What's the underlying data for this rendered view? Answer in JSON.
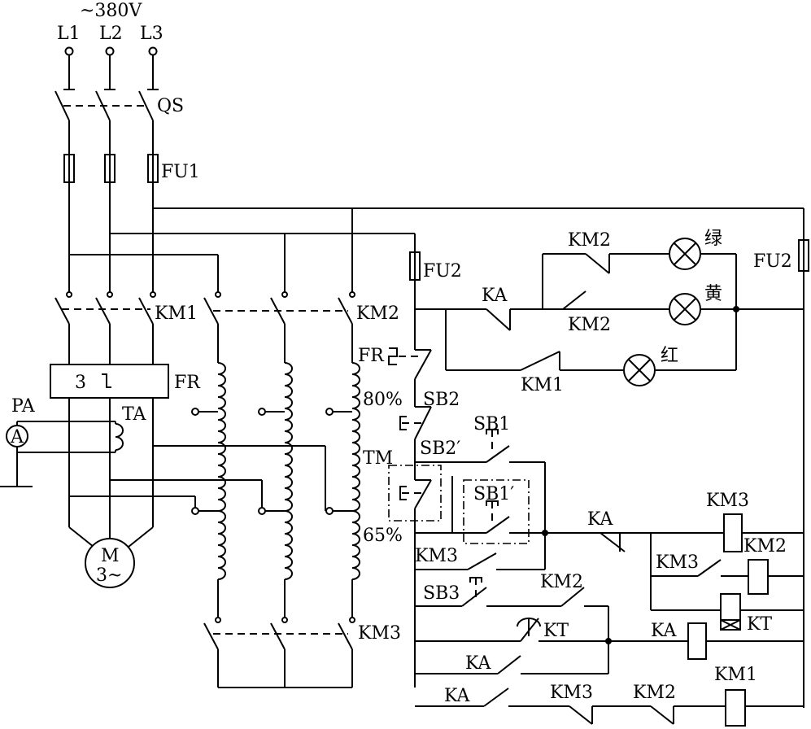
{
  "supply": {
    "voltage": "~380V",
    "phases": [
      "L1",
      "L2",
      "L3"
    ]
  },
  "labels": {
    "qs": "QS",
    "fu1": "FU1",
    "km1_main": "KM1",
    "km2_main": "KM2",
    "km3_main": "KM3",
    "fr_block_num": "3",
    "fr_main": "FR",
    "pa": "PA",
    "ammeter": "A",
    "ta": "TA",
    "motor_m": "M",
    "motor_phase": "3~",
    "tap_80": "80%",
    "tap_65": "65%",
    "tm": "TM",
    "fu2_left": "FU2",
    "fu2_right": "FU2",
    "fr_ctrl": "FR",
    "sb2": "SB2",
    "sb2p": "SB2′",
    "sb1": "SB1",
    "sb1p": "SB1′",
    "sb3": "SB3",
    "ka_ind": "KA",
    "km2_ind1": "KM2",
    "km2_ind2": "KM2",
    "km1_ind": "KM1",
    "lamp_green": "绿",
    "lamp_yellow": "黄",
    "lamp_red": "红",
    "ka_nc": "KA",
    "km3_coil": "KM3",
    "km3_hold": "KM3",
    "km2_coil": "KM2",
    "kt_coil": "KT",
    "km3_seal": "KM3",
    "km2_c": "KM2",
    "kt_c": "KT",
    "ka_coil": "KA",
    "ka_c1": "KA",
    "ka_c2": "KA",
    "km3_c2": "KM3",
    "km2_c2": "KM2",
    "km1_coil": "KM1"
  }
}
